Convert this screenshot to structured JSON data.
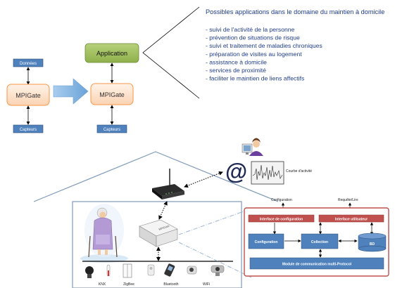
{
  "top_left": {
    "donnees": "Données",
    "gate_left": "MPIGate",
    "capteurs_left": "Capteurs",
    "application": "Application",
    "gate_right": "MPIGate",
    "capteurs_right": "Capteurs"
  },
  "applications": {
    "title": "Possibles applications dans le domaine du maintien à domicile",
    "items": [
      "- suivi de l'activité de la personne",
      "- prévention de situations de risque",
      "- suivi et traitement de maladies chroniques",
      "- préparation de visites au logement",
      "- assistance à domicile",
      "- services de proximité",
      "- faciliter le maintien de liens affectifs"
    ]
  },
  "house": {
    "at_symbol": "@",
    "activity_label": "Courbe d'activité",
    "protocols": [
      "KNX",
      "ZigBee",
      "Bluetooth",
      "WiFi"
    ],
    "gate_label": "MPIGate"
  },
  "architecture": {
    "configuration_top": "Configuration",
    "requete": "Requête/Lire",
    "interface_config": "Interface de configuration",
    "interface_user": "Interface utilisateur",
    "configuration": "Configuration",
    "collection": "Collection",
    "bd": "BD",
    "module": "Module de communication multi-Protocol"
  },
  "colors": {
    "orange_fill": "#fde9d9",
    "orange_stroke": "#f79646",
    "blue_fill": "#4f81bd",
    "green_fill": "#9bbb59",
    "red_bar": "#c0504d",
    "frame_red": "#c0504d",
    "text_blue": "#1f3c88",
    "arrow_blue": "#7fb0de"
  }
}
